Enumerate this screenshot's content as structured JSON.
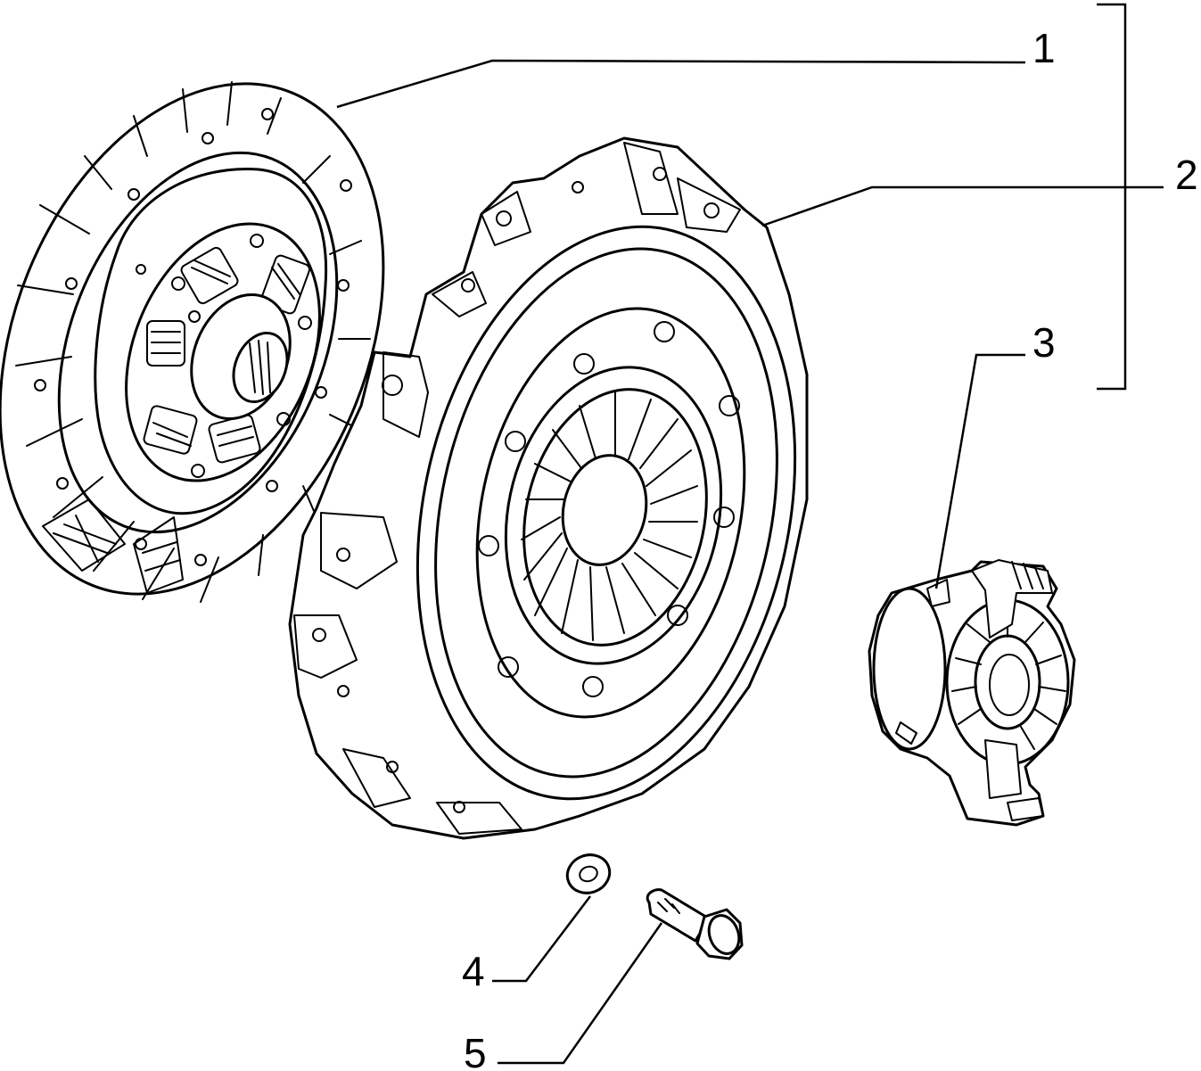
{
  "callouts": [
    {
      "id": "1",
      "label": "1"
    },
    {
      "id": "2",
      "label": "2"
    },
    {
      "id": "3",
      "label": "3"
    },
    {
      "id": "4",
      "label": "4"
    },
    {
      "id": "5",
      "label": "5"
    }
  ],
  "parts": [
    {
      "ref": "1",
      "icon": "clutch-disc-icon"
    },
    {
      "ref": "2",
      "icon": "pressure-plate-icon"
    },
    {
      "ref": "3",
      "icon": "release-bearing-icon"
    },
    {
      "ref": "4",
      "icon": "washer-icon"
    },
    {
      "ref": "5",
      "icon": "bolt-icon"
    }
  ],
  "bracket_groups": [
    {
      "covers": [
        "1",
        "2",
        "3"
      ]
    }
  ]
}
